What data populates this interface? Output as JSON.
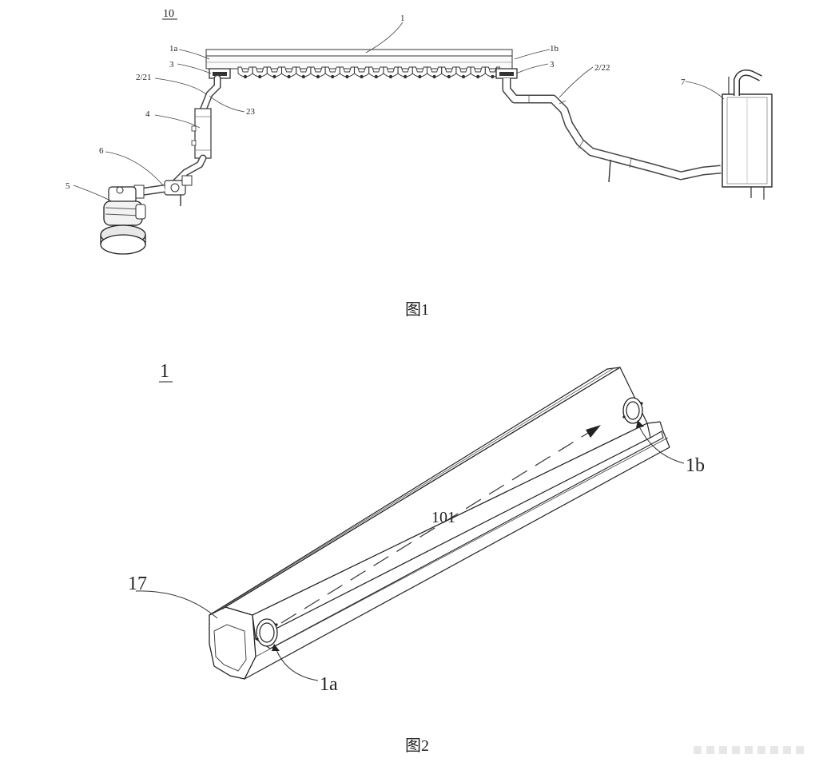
{
  "figure1": {
    "caption": "图1",
    "labels": {
      "assembly": "10",
      "rail": "1",
      "port_a": "1a",
      "port_b": "1b",
      "bracket_left": "3",
      "bracket_right": "3",
      "pipe_left": "2/21",
      "pipe_right": "2/22",
      "joint": "23",
      "filter": "4",
      "pump": "5",
      "valve": "6",
      "tank": "7"
    }
  },
  "figure2": {
    "caption": "图2",
    "labels": {
      "part": "1",
      "port_a": "1a",
      "port_b": "1b",
      "channel": "101",
      "end_cap": "17"
    }
  }
}
